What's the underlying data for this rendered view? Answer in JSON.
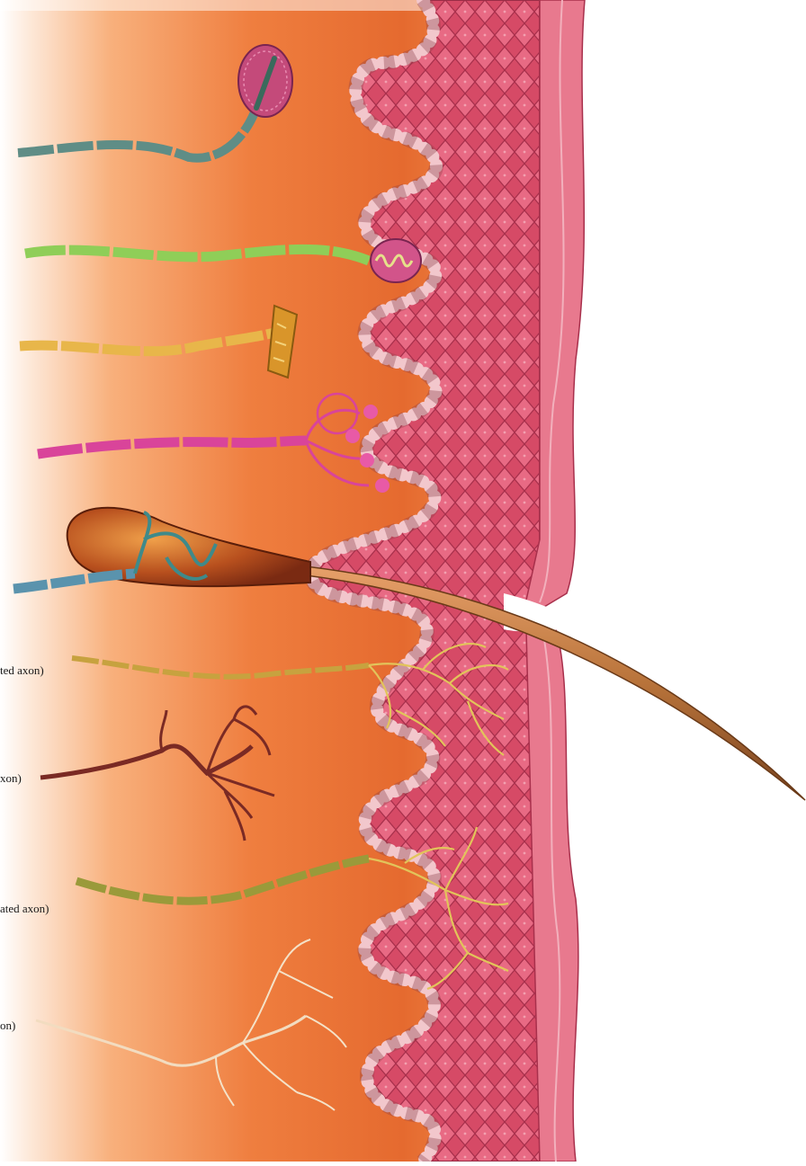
{
  "labels": {
    "l1": "ted axon)",
    "l2": "xon)",
    "l3": "ated axon)",
    "l4": "on)"
  },
  "receptors": [
    {
      "id": "ellipsoid-corpuscle",
      "fiber_color": "#5f8d86"
    },
    {
      "id": "bulb-corpuscle",
      "fiber_color": "#8fce58"
    },
    {
      "id": "disc-ending",
      "fiber_color": "#e8b64a"
    },
    {
      "id": "cell-complex",
      "fiber_color": "#d9449a"
    },
    {
      "id": "hair-follicle",
      "fiber_color": "#5a93ad"
    },
    {
      "id": "fine-fiber-a",
      "fiber_color": "#c7a23f"
    },
    {
      "id": "dark-branching",
      "fiber_color": "#7a2a24"
    },
    {
      "id": "fine-fiber-b",
      "fiber_color": "#9a9a3a"
    },
    {
      "id": "pale-fiber",
      "fiber_color": "#f2dcc0"
    }
  ],
  "colors": {
    "dermis_orange": "#ee7a3a",
    "epidermis_pink": "#d94a66",
    "cell_border": "#8a3b46",
    "hair": "#b8733a"
  }
}
